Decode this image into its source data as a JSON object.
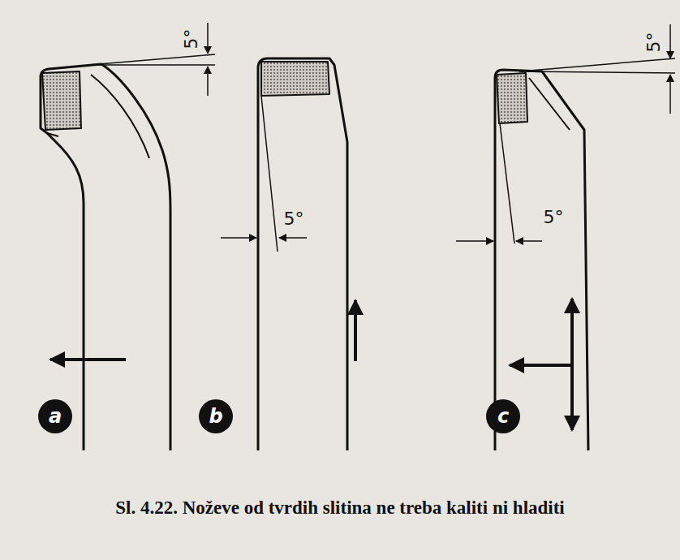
{
  "diagram": {
    "caption": "Sl. 4.22. Noževe od tvrdih slitina ne treba kaliti ni hladiti",
    "nodes": [
      {
        "text": [
          "a"
        ]
      },
      {
        "text": [
          "b"
        ]
      },
      {
        "text": [
          "c"
        ]
      }
    ],
    "labels": [
      "5°",
      "5°",
      "5°",
      "5°"
    ]
  }
}
